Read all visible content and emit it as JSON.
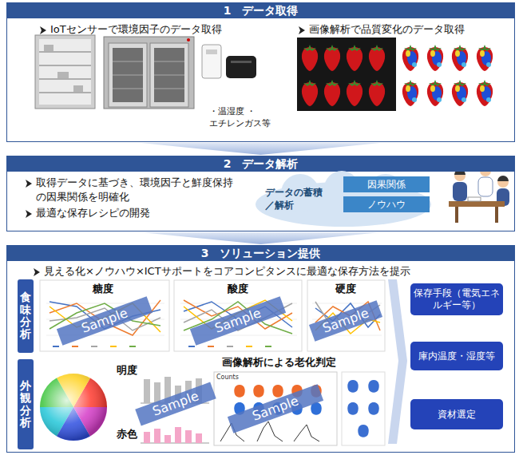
{
  "diagram": {
    "nodes": [
      {
        "text": [
          "1　データ取得",
          "IoTセンサーで環境因子のデータ取得",
          "画像解析で品質変化のデータ取得"
        ]
      },
      {
        "text": [
          "2　データ解析",
          "取得データに基づき、環境因子と鮮度保持の因果関係を明確化",
          "最適な保存レシピの開発"
        ]
      },
      {
        "text": [
          "データの蓄積／解析"
        ],
        "in": 1
      },
      {
        "text": [
          "因果関係"
        ],
        "in": 2
      },
      {
        "text": [
          "ノウハウ"
        ],
        "in": 2
      },
      {
        "text": [
          "3　ソリューション提供",
          "見える化×ノウハウ×ICTサポートをコアコンピタンスに最適な保存方法を提示"
        ]
      },
      {
        "text": [
          "食味分析"
        ],
        "in": 5
      },
      {
        "text": [
          "外観分析"
        ],
        "in": 5
      },
      {
        "text": [
          "保存手段（電気エネルギー等）"
        ],
        "in": 5
      },
      {
        "text": [
          "庫内温度・湿度等"
        ],
        "in": 5
      },
      {
        "text": [
          "資材選定"
        ],
        "in": 5
      }
    ],
    "edges": [
      {
        "from": 0,
        "to": 1,
        "arrow": "to"
      },
      {
        "from": 1,
        "to": 5,
        "arrow": "to"
      }
    ],
    "labels": [
      "・温湿度 ・エチレンガス等",
      "糖度",
      "Sample",
      "酸度",
      "Sample",
      "硬度",
      "Sample",
      "明度",
      "Sample",
      "赤色",
      "画像解析による老化判定",
      "Counts",
      "Sample"
    ]
  }
}
